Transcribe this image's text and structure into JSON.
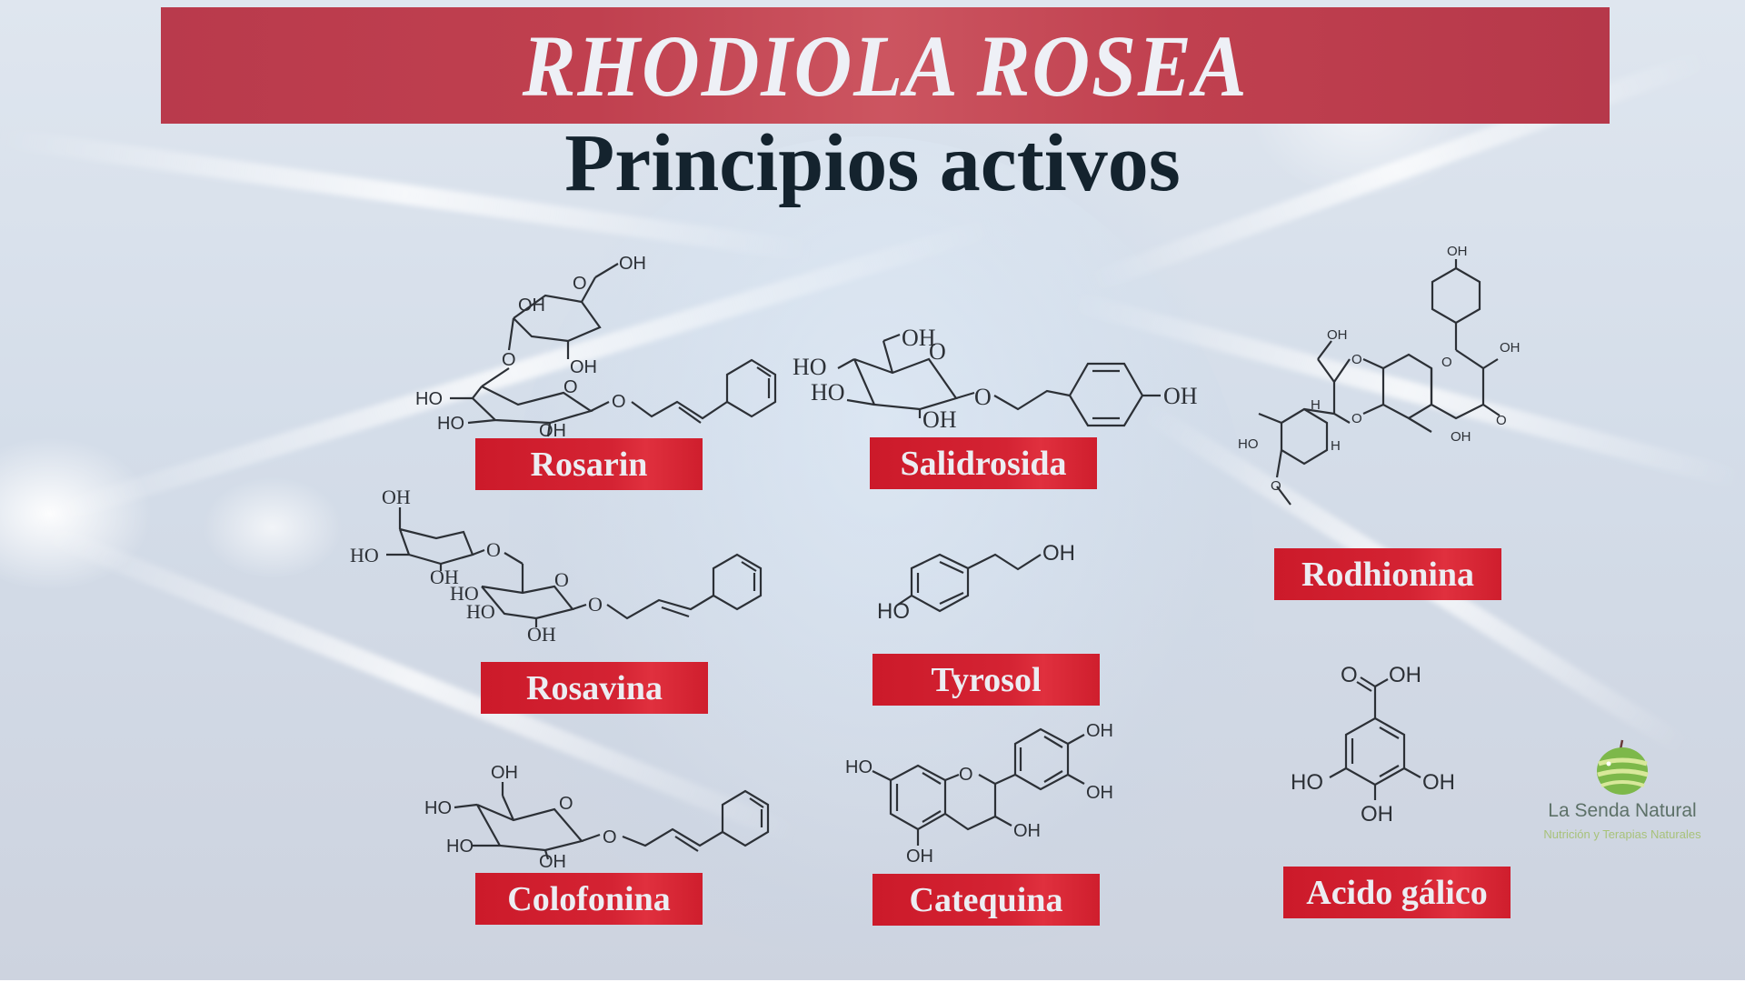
{
  "slide": {
    "title": "RHODIOLA ROSEA",
    "subtitle": "Principios activos",
    "colors": {
      "banner": "#bb3d4f",
      "label": "#d01f2e",
      "subtitle_text": "#14232e",
      "background": "#d4dde9"
    }
  },
  "compounds": [
    {
      "name": "Rosarin",
      "structure": "rosarin-structure"
    },
    {
      "name": "Salidrosida",
      "structure": "salidroside-structure"
    },
    {
      "name": "Rodhionina",
      "structure": "rhodionin-structure"
    },
    {
      "name": "Rosavina",
      "structure": "rosavin-structure"
    },
    {
      "name": "Tyrosol",
      "structure": "tyrosol-structure"
    },
    {
      "name": "Colofonina",
      "structure": "colofonina-structure"
    },
    {
      "name": "Catequina",
      "structure": "catechin-structure"
    },
    {
      "name": "Acido gálico",
      "structure": "gallic-acid-structure"
    }
  ],
  "atoms": {
    "oh": "OH",
    "ho": "HO",
    "o": "O",
    "h": "H"
  },
  "logo": {
    "name": "La Senda Natural",
    "tagline": "Nutrición y Terapias Naturales",
    "icon": "green-apple-icon"
  }
}
